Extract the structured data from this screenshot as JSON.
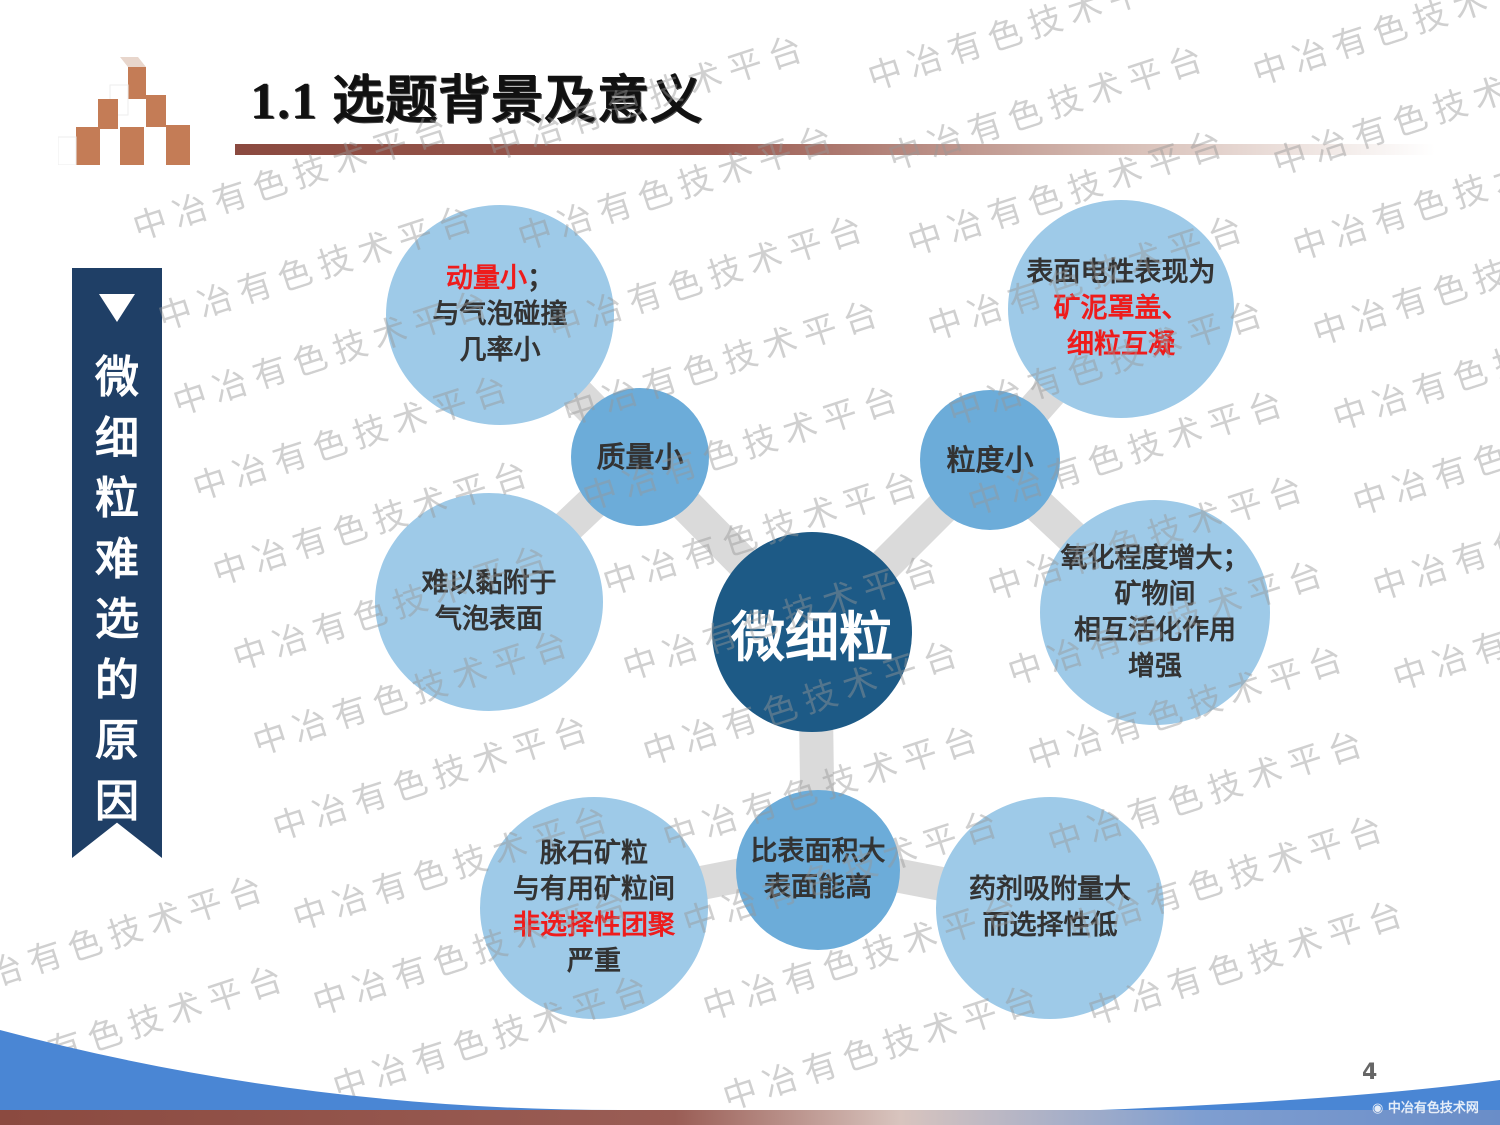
{
  "header": {
    "number": "1.1",
    "title": "选题背景及意义"
  },
  "ribbon": {
    "icon": "triangle-down-icon",
    "chars": [
      "微",
      "细",
      "粒",
      "难",
      "选",
      "的",
      "原",
      "因"
    ]
  },
  "diagram": {
    "center": {
      "label": "微细粒"
    },
    "mid_nodes": [
      {
        "id": "mass",
        "label": "质量小"
      },
      {
        "id": "size",
        "label": "粒度小"
      },
      {
        "id": "surface",
        "line1": "比表面积大",
        "line2": "表面能高"
      }
    ],
    "outer_nodes": {
      "momentum": {
        "red": "动量小",
        "suffix": "；",
        "line2": "与气泡碰撞",
        "line3": "几率小"
      },
      "adhesion": {
        "line1": "难以黏附于",
        "line2": "气泡表面"
      },
      "electric": {
        "line1": "表面电性表现为",
        "red1": "矿泥罩盖、",
        "red2": "细粒互凝"
      },
      "oxidation": {
        "line1": "氧化程度增大；",
        "line2": "矿物间",
        "line3": "相互活化作用",
        "line4": "增强"
      },
      "gangue": {
        "line1": "脉石矿粒",
        "line2": "与有用矿粒间",
        "red": "非选择性团聚",
        "line4": "严重"
      },
      "reagent": {
        "line1": "药剂吸附量大",
        "line2": "而选择性低"
      }
    }
  },
  "footer": {
    "page_number": "4",
    "logo_text": "中冶有色技术网"
  },
  "watermark": {
    "text": "中冶有色技术平台"
  },
  "colors": {
    "ribbon": "#1f3f66",
    "center_node": "#1d5a86",
    "mid_node": "#6cacd9",
    "outer_node": "#9ecae8",
    "highlight_red": "#ee1c1c",
    "title_rule": "#8b4a40",
    "footer_wave": "#4a86d4"
  }
}
